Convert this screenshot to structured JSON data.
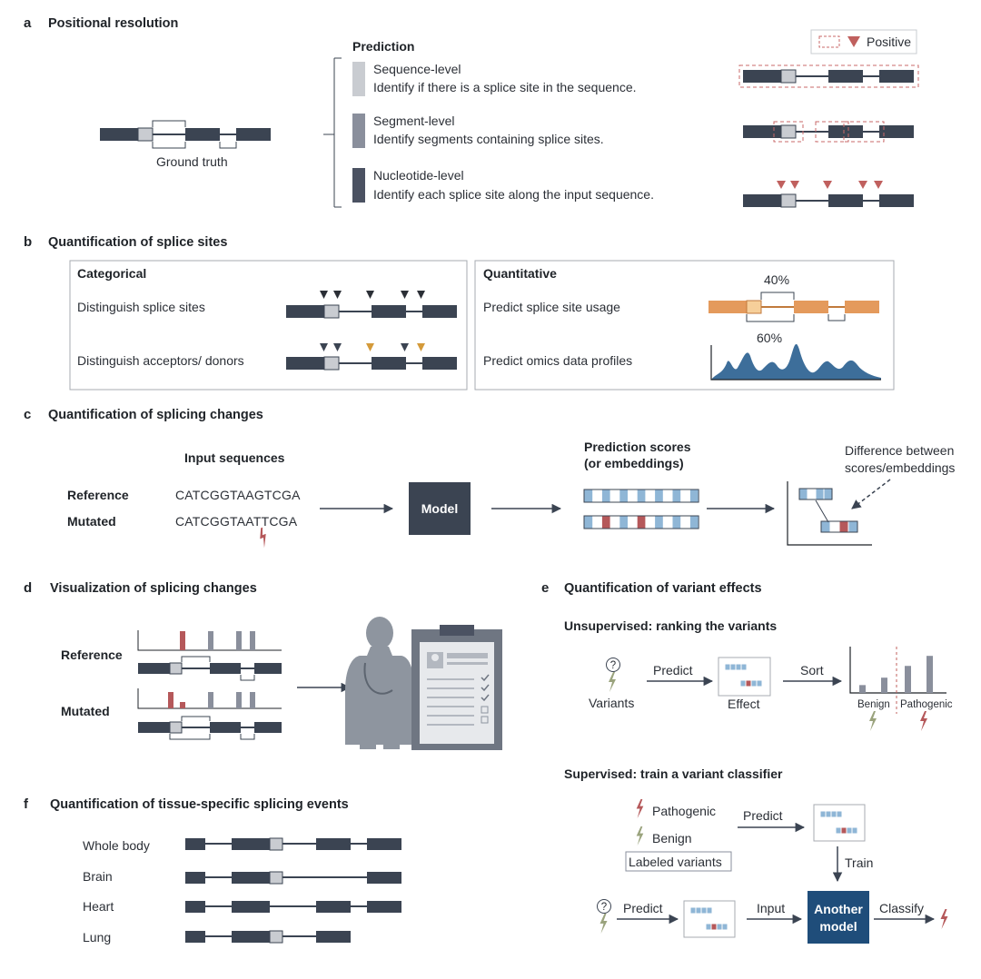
{
  "colors": {
    "exon": "#3b4452",
    "splice": "#c9ccd1",
    "orange": "#e49a5c",
    "orange_light": "#f6cf9a",
    "blue_fill": "#3d6e9a",
    "red": "#b5585a",
    "olive": "#9aa37d",
    "model_box": "#3b4452",
    "another_model": "#1f4d7a",
    "cell_blue": "#8fb6d6",
    "cell_red": "#b5585a"
  },
  "panel_a": {
    "letter": "a",
    "title": "Positional resolution",
    "ground_truth": "Ground truth",
    "prediction_header": "Prediction",
    "legend_positive": "Positive",
    "levels": [
      {
        "name": "Sequence-level",
        "desc": "Identify if there is a splice site in the sequence."
      },
      {
        "name": "Segment-level",
        "desc": "Identify segments containing splice sites."
      },
      {
        "name": "Nucleotide-level",
        "desc": "Identify each splice site along the input sequence."
      }
    ]
  },
  "panel_b": {
    "letter": "b",
    "title": "Quantification of splice sites",
    "categorical_title": "Categorical",
    "categorical_rows": [
      "Distinguish splice sites",
      "Distinguish acceptors/ donors"
    ],
    "quantitative_title": "Quantitative",
    "quantitative_rows": [
      "Predict splice site usage",
      "Predict omics data profiles"
    ],
    "pct_top": "40%",
    "pct_bottom": "60%"
  },
  "panel_c": {
    "letter": "c",
    "title": "Quantification of splicing changes",
    "input_header": "Input sequences",
    "ref_label": "Reference",
    "mut_label": "Mutated",
    "ref_seq": "CATCGGTAAGTCGA",
    "mut_seq_prefix": "CATCGGTAA",
    "mut_seq_snv": "T",
    "mut_seq_suffix": "TCGA",
    "model_label": "Model",
    "scores_header_1": "Prediction scores",
    "scores_header_2": "(or embeddings)",
    "diff_label_1": "Difference between",
    "diff_label_2": "scores/embeddings"
  },
  "panel_d": {
    "letter": "d",
    "title": "Visualization of splicing changes",
    "ref_label": "Reference",
    "mut_label": "Mutated"
  },
  "panel_e": {
    "letter": "e",
    "title": "Quantification of variant effects",
    "unsup_title": "Unsupervised: ranking the variants",
    "variants_label": "Variants",
    "predict_label": "Predict",
    "effect_label": "Effect",
    "sort_label": "Sort",
    "benign_label": "Benign",
    "pathogenic_label": "Pathogenic",
    "ranking_values": [
      0.18,
      0.35,
      0.62,
      0.85
    ],
    "sup_title": "Supervised: train a variant classifier",
    "pathogenic_item": "Pathogenic",
    "benign_item": "Benign",
    "labeled_variants": "Labeled variants",
    "sup_predict": "Predict",
    "train_label": "Train",
    "predict2_label": "Predict",
    "input_label": "Input",
    "another_model_1": "Another",
    "another_model_2": "model",
    "classify_label": "Classify"
  },
  "panel_f": {
    "letter": "f",
    "title": "Quantification of tissue-specific splicing events",
    "tissues": [
      "Whole body",
      "Brain",
      "Heart",
      "Lung"
    ]
  }
}
